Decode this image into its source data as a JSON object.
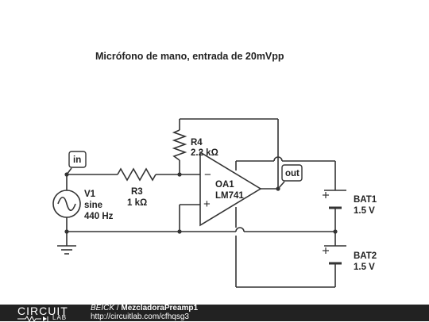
{
  "title": "Micrófono de mano, entrada de 20mVpp",
  "labels": {
    "in": "in",
    "out": "out",
    "v1_name": "V1",
    "v1_type": "sine",
    "v1_freq": "440 Hz",
    "r3_name": "R3",
    "r3_value": "1 kΩ",
    "r4_name": "R4",
    "r4_value": "2.2 kΩ",
    "oa_name": "OA1",
    "oa_model": "LM741",
    "minus": "−",
    "plus": "+",
    "bat1_name": "BAT1",
    "bat1_value": "1.5 V",
    "bat2_name": "BAT2",
    "bat2_value": "1.5 V"
  },
  "footer": {
    "logo_top": "CIRCUIT",
    "logo_bottom": "LAB",
    "author": "BEICK",
    "separator": " / ",
    "project": "MezcladoraPreamp1",
    "url": "http://circuitlab.com/cfhqsg3"
  }
}
